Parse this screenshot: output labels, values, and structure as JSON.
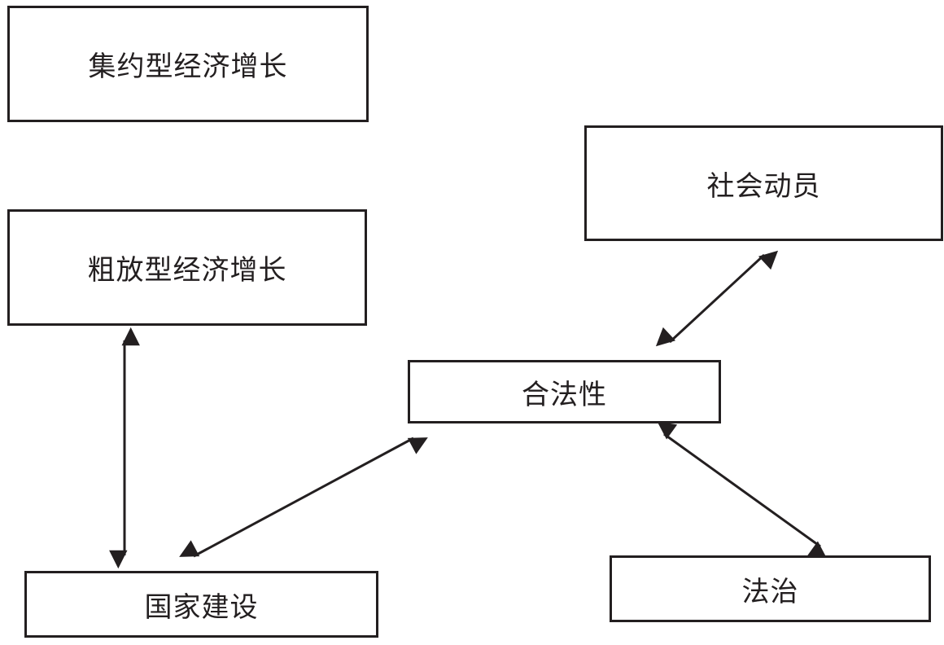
{
  "nodes": [
    {
      "id": "n1",
      "label": "集约型经济增长"
    },
    {
      "id": "n2",
      "label": "粗放型经济增长"
    },
    {
      "id": "n3",
      "label": "社会动员"
    },
    {
      "id": "n4",
      "label": "合法性"
    },
    {
      "id": "n5",
      "label": "国家建设"
    },
    {
      "id": "n6",
      "label": "法治"
    }
  ],
  "edges": [
    {
      "from": "n2",
      "to": "n5",
      "type": "bidirectional"
    },
    {
      "from": "n5",
      "to": "n4",
      "type": "bidirectional"
    },
    {
      "from": "n4",
      "to": "n3",
      "type": "bidirectional"
    },
    {
      "from": "n4",
      "to": "n6",
      "type": "bidirectional"
    }
  ],
  "colors": {
    "stroke": "#231f20",
    "background": "#ffffff"
  }
}
